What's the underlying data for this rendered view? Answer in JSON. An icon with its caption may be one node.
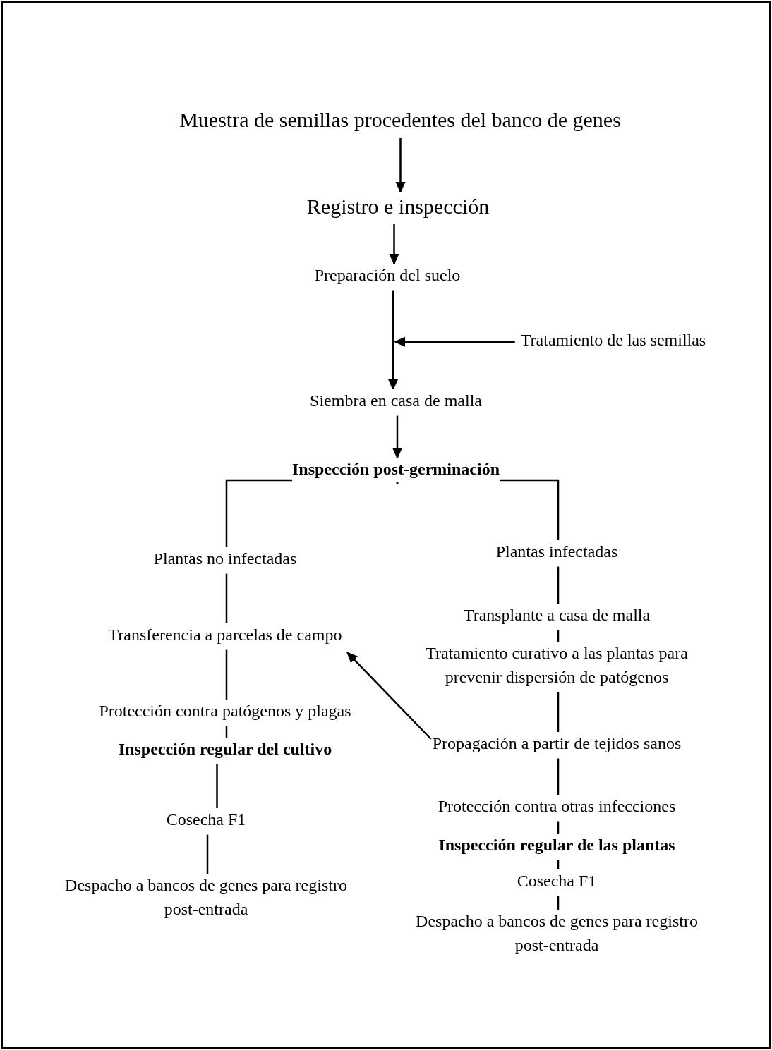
{
  "diagram": {
    "nodes": [
      {
        "text": [
          "Muestra de semillas procedentes del banco de genes"
        ]
      },
      {
        "text": [
          "Registro e inspección"
        ]
      },
      {
        "text": [
          "Preparación del suelo"
        ]
      },
      {
        "text": [
          "Tratamiento de las semillas"
        ]
      },
      {
        "text": [
          "Siembra en casa de malla"
        ]
      },
      {
        "text": [
          "Inspección post-germinación"
        ]
      },
      {
        "text": [
          "Plantas no infectadas"
        ]
      },
      {
        "text": [
          "Transferencia a parcelas de campo"
        ]
      },
      {
        "text": [
          "Protección contra patógenos y plagas"
        ]
      },
      {
        "text": [
          "Inspección regular del cultivo"
        ]
      },
      {
        "text": [
          "Cosecha F1"
        ]
      },
      {
        "text": [
          "Despacho a bancos de genes para registro post-entrada"
        ]
      },
      {
        "text": [
          "Plantas infectadas"
        ]
      },
      {
        "text": [
          "Transplante a casa de malla"
        ]
      },
      {
        "text": [
          "Tratamiento curativo a las plantas para prevenir dispersión de patógenos"
        ]
      },
      {
        "text": [
          "Propagación a partir de tejidos sanos"
        ]
      },
      {
        "text": [
          "Protección contra otras infecciones"
        ]
      },
      {
        "text": [
          "Inspección regular de las plantas"
        ]
      },
      {
        "text": [
          "Cosecha F1"
        ]
      },
      {
        "text": [
          "Despacho a bancos de genes para registro post-entrada"
        ]
      }
    ],
    "edges": [
      {
        "from": 0,
        "to": 1,
        "arrow": "to"
      },
      {
        "from": 1,
        "to": 2,
        "arrow": "to"
      },
      {
        "from": 2,
        "to": 4,
        "arrow": "to"
      },
      {
        "from": 3,
        "to": null,
        "arrow": "to"
      },
      {
        "from": 4,
        "to": 5,
        "arrow": "to"
      },
      {
        "from": 5,
        "to": 6,
        "arrow": "none"
      },
      {
        "from": 5,
        "to": 12,
        "arrow": "none"
      },
      {
        "from": 6,
        "to": 7,
        "arrow": "none"
      },
      {
        "from": 7,
        "to": 8,
        "arrow": "none"
      },
      {
        "from": 8,
        "to": 9,
        "arrow": "none"
      },
      {
        "from": 9,
        "to": 10,
        "arrow": "none"
      },
      {
        "from": 10,
        "to": 11,
        "arrow": "none"
      },
      {
        "from": 12,
        "to": 13,
        "arrow": "none"
      },
      {
        "from": 13,
        "to": 14,
        "arrow": "none"
      },
      {
        "from": 14,
        "to": 15,
        "arrow": "none"
      },
      {
        "from": 15,
        "to": 16,
        "arrow": "none"
      },
      {
        "from": 16,
        "to": 17,
        "arrow": "none"
      },
      {
        "from": 17,
        "to": 18,
        "arrow": "none"
      },
      {
        "from": 18,
        "to": 19,
        "arrow": "none"
      },
      {
        "from": 15,
        "to": 7,
        "arrow": "to"
      }
    ]
  }
}
